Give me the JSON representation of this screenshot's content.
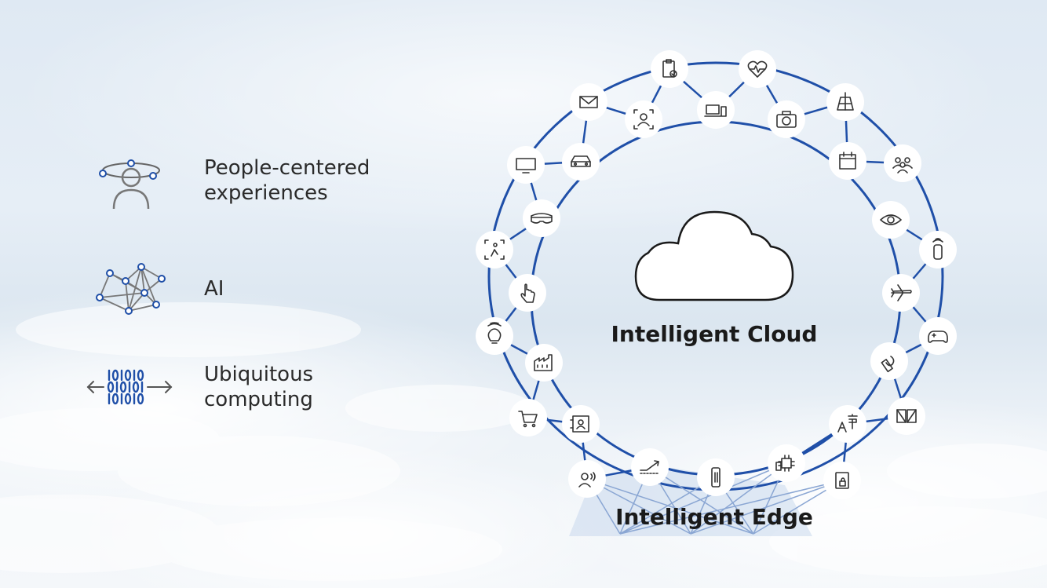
{
  "left_items": [
    {
      "icon": "person-orbit-icon",
      "label": "People-centered\nexperiences"
    },
    {
      "icon": "neural-network-icon",
      "label": "AI"
    },
    {
      "icon": "binary-arrows-icon",
      "label": "Ubiquitous\ncomputing"
    }
  ],
  "diagram": {
    "center_title": "Intelligent Cloud",
    "bottom_title": "Intelligent Edge",
    "colors": {
      "ring": "#1f4fa8",
      "accent": "#1f4fa8",
      "icon": "#333333"
    },
    "outer_icons": [
      "clipboard-check-icon",
      "heart-rate-icon",
      "drone-solar-icon",
      "people-group-icon",
      "speaker-icon",
      "gamepad-icon",
      "dual-screen-icon",
      "tablet-lock-icon",
      "chip-icon",
      "phone-device-icon",
      "voice-person-icon",
      "shopping-cart-icon",
      "lightbulb-icon",
      "gesture-person-icon",
      "monitor-temp-icon",
      "envelope-icon"
    ],
    "inner_icons": [
      "laptop-phone-icon",
      "camera-icon",
      "calendar-icon",
      "eye-icon",
      "airplane-icon",
      "satellite-icon",
      "translate-icon",
      "trend-chart-icon",
      "badge-id-icon",
      "factory-icon",
      "hand-pointer-icon",
      "vr-headset-icon",
      "car-icon",
      "face-scan-icon"
    ]
  }
}
